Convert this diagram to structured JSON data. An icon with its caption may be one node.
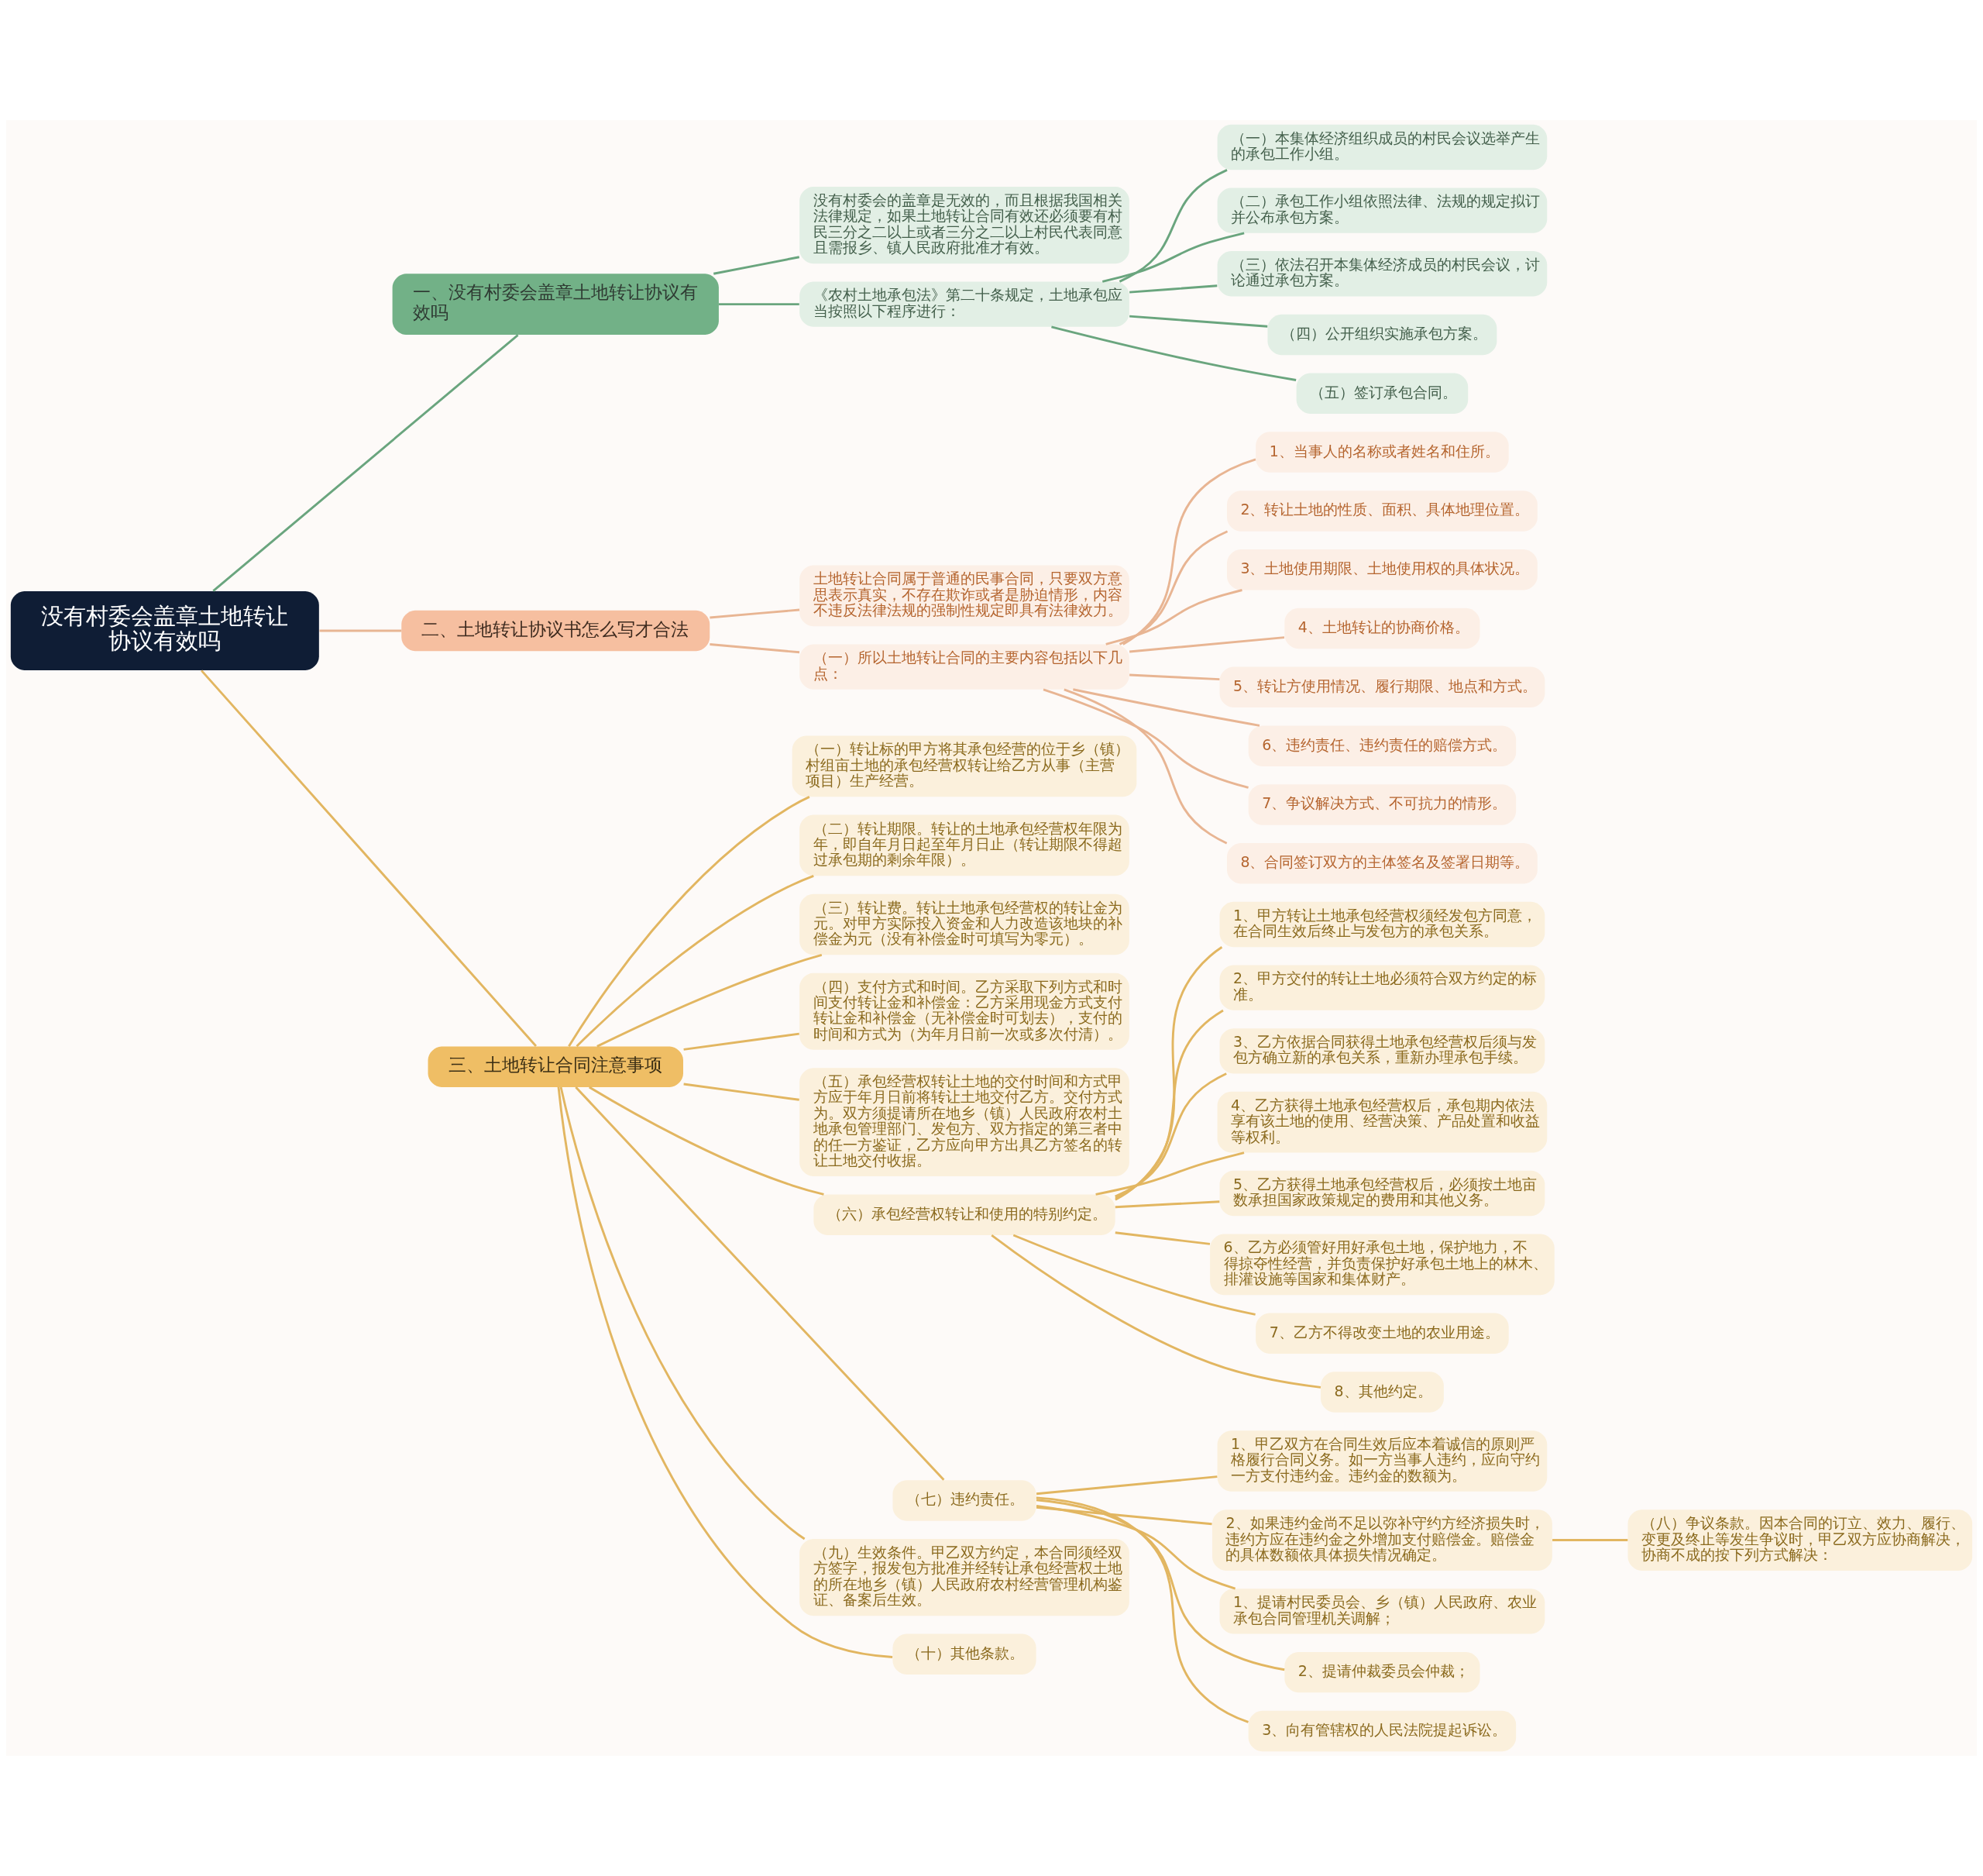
{
  "diagram": {
    "nodes": [
      {
        "text": [
          "没有村委会盖章土地转让协议有效吗"
        ]
      },
      {
        "text": [
          "一、没有村委会盖章土地转让协议有效吗"
        ]
      },
      {
        "text": [
          "没有村委会的盖章是无效的，而且根据我国相关法律规定，如果土地转让合同有效还必须要有村民三分之二以上或者三分之二以上村民代表同意且需报乡、镇人民政府批准才有效。"
        ]
      },
      {
        "text": [
          "《农村土地承包法》第二十条规定，土地承包应当按照以下程序进行："
        ]
      },
      {
        "text": [
          "（一）本集体经济组织成员的村民会议选举产生的承包工作小组。"
        ]
      },
      {
        "text": [
          "（二）承包工作小组依照法律、法规的规定拟订并公布承包方案。"
        ]
      },
      {
        "text": [
          "（三）依法召开本集体经济成员的村民会议，讨论通过承包方案。"
        ]
      },
      {
        "text": [
          "（四）公开组织实施承包方案。"
        ]
      },
      {
        "text": [
          "（五）签订承包合同。"
        ]
      },
      {
        "text": [
          "二、土地转让协议书怎么写才合法"
        ]
      },
      {
        "text": [
          "土地转让合同属于普通的民事合同，只要双方意思表示真实，不存在欺诈或者是胁迫情形，内容不违反法律法规的强制性规定即具有法律效力。"
        ]
      },
      {
        "text": [
          "（一）所以土地转让合同的主要内容包括以下几点："
        ]
      },
      {
        "text": [
          "1、当事人的名称或者姓名和住所。"
        ]
      },
      {
        "text": [
          "2、转让土地的性质、面积、具体地理位置。"
        ]
      },
      {
        "text": [
          "3、土地使用期限、土地使用权的具体状况。"
        ]
      },
      {
        "text": [
          "4、土地转让的协商价格。"
        ]
      },
      {
        "text": [
          "5、转让方使用情况、履行期限、地点和方式。"
        ]
      },
      {
        "text": [
          "6、违约责任、违约责任的赔偿方式。"
        ]
      },
      {
        "text": [
          "7、争议解决方式、不可抗力的情形。"
        ]
      },
      {
        "text": [
          "8、合同签订双方的主体签名及签署日期等。"
        ]
      },
      {
        "text": [
          "三、土地转让合同注意事项"
        ]
      },
      {
        "text": [
          "（一）转让标的甲方将其承包经营的位于乡（镇）村组亩土地的承包经营权转让给乙方从事（主营项目）生产经营。"
        ]
      },
      {
        "text": [
          "（二）转让期限。转让的土地承包经营权年限为年，即自年月日起至年月日止（转让期限不得超过承包期的剩余年限）。"
        ]
      },
      {
        "text": [
          "（三）转让费。转让土地承包经营权的转让金为元。对甲方实际投入资金和人力改造该地块的补偿金为元（没有补偿金时可填写为零元）。"
        ]
      },
      {
        "text": [
          "（四）支付方式和时间。乙方采取下列方式和时间支付转让金和补偿金：乙方采用现金方式支付转让金和补偿金（无补偿金时可划去），支付的时间和方式为（为年月日前一次或多次付清）。"
        ]
      },
      {
        "text": [
          "（五）承包经营权转让土地的交付时间和方式甲方应于年月日前将转让土地交付乙方。交付方式为。双方须提请所在地乡（镇）人民政府农村土地承包管理部门、发包方、双方指定的第三者中的任一方鉴证，乙方应向甲方出具乙方签名的转让土地交付收据。"
        ]
      },
      {
        "text": [
          "（六）承包经营权转让和使用的特别约定。"
        ]
      },
      {
        "text": [
          "1、甲方转让土地承包经营权须经发包方同意，在合同生效后终止与发包方的承包关系。"
        ]
      },
      {
        "text": [
          "2、甲方交付的转让土地必须符合双方约定的标准。"
        ]
      },
      {
        "text": [
          "3、乙方依据合同获得土地承包经营权后须与发包方确立新的承包关系，重新办理承包手续。"
        ]
      },
      {
        "text": [
          "4、乙方获得土地承包经营权后，承包期内依法享有该土地的使用、经营决策、产品处置和收益等权利。"
        ]
      },
      {
        "text": [
          "5、乙方获得土地承包经营权后，必须按土地亩数承担国家政策规定的费用和其他义务。"
        ]
      },
      {
        "text": [
          "6、乙方必须管好用好承包土地，保护地力，不得掠夺性经营，并负责保护好承包土地上的林木、排灌设施等国家和集体财产。"
        ]
      },
      {
        "text": [
          "7、乙方不得改变土地的农业用途。"
        ]
      },
      {
        "text": [
          "8、其他约定。"
        ]
      },
      {
        "text": [
          "（七）违约责任。"
        ]
      },
      {
        "text": [
          "1、甲乙双方在合同生效后应本着诚信的原则严格履行合同义务。如一方当事人违约，应向守约一方支付违约金。违约金的数额为。"
        ]
      },
      {
        "text": [
          "2、如果违约金尚不足以弥补守约方经济损失时，违约方应在违约金之外增加支付赔偿金。赔偿金的具体数额依具体损失情况确定。"
        ]
      },
      {
        "text": [
          "（八）争议条款。因本合同的订立、效力、履行、变更及终止等发生争议时，甲乙双方应协商解决，协商不成的按下列方式解决："
        ]
      },
      {
        "text": [
          "1、提请村民委员会、乡（镇）人民政府、农业承包合同管理机关调解；"
        ]
      },
      {
        "text": [
          "2、提请仲裁委员会仲裁；"
        ]
      },
      {
        "text": [
          "3、向有管辖权的人民法院提起诉讼。"
        ]
      },
      {
        "text": [
          "（九）生效条件。甲乙双方约定，本合同须经双方签字，报发包方批准并经转让承包经营权土地的所在地乡（镇）人民政府农村经营管理机构鉴证、备案后生效。"
        ]
      },
      {
        "text": [
          "（十）其他条款。"
        ]
      }
    ],
    "edges": [
      {
        "from": 0,
        "to": 1,
        "arrow": "none",
        "color": "#6aa57e"
      },
      {
        "from": 1,
        "to": 2,
        "arrow": "none",
        "color": "#6aa57e"
      },
      {
        "from": 1,
        "to": 3,
        "arrow": "none",
        "color": "#6aa57e"
      },
      {
        "from": 3,
        "to": 4,
        "arrow": "none",
        "color": "#6aa57e"
      },
      {
        "from": 3,
        "to": 5,
        "arrow": "none",
        "color": "#6aa57e"
      },
      {
        "from": 3,
        "to": 6,
        "arrow": "none",
        "color": "#6aa57e"
      },
      {
        "from": 3,
        "to": 7,
        "arrow": "none",
        "color": "#6aa57e"
      },
      {
        "from": 3,
        "to": 8,
        "arrow": "none",
        "color": "#6aa57e"
      },
      {
        "from": 0,
        "to": 9,
        "arrow": "none",
        "color": "#e8b593"
      },
      {
        "from": 9,
        "to": 10,
        "arrow": "none",
        "color": "#e8b593"
      },
      {
        "from": 9,
        "to": 11,
        "arrow": "none",
        "color": "#e8b593"
      },
      {
        "from": 11,
        "to": 12,
        "arrow": "none",
        "color": "#e8b593"
      },
      {
        "from": 11,
        "to": 13,
        "arrow": "none",
        "color": "#e8b593"
      },
      {
        "from": 11,
        "to": 14,
        "arrow": "none",
        "color": "#e8b593"
      },
      {
        "from": 11,
        "to": 15,
        "arrow": "none",
        "color": "#e8b593"
      },
      {
        "from": 11,
        "to": 16,
        "arrow": "none",
        "color": "#e8b593"
      },
      {
        "from": 11,
        "to": 17,
        "arrow": "none",
        "color": "#e8b593"
      },
      {
        "from": 11,
        "to": 18,
        "arrow": "none",
        "color": "#e8b593"
      },
      {
        "from": 11,
        "to": 19,
        "arrow": "none",
        "color": "#e8b593"
      },
      {
        "from": 0,
        "to": 20,
        "arrow": "none"
      },
      {
        "from": 20,
        "to": 21,
        "arrow": "none"
      },
      {
        "from": 20,
        "to": 22,
        "arrow": "none"
      },
      {
        "from": 20,
        "to": 23,
        "arrow": "none"
      },
      {
        "from": 20,
        "to": 24,
        "arrow": "none"
      },
      {
        "from": 20,
        "to": 25,
        "arrow": "none"
      },
      {
        "from": 20,
        "to": 26,
        "arrow": "none"
      },
      {
        "from": 26,
        "to": 27,
        "arrow": "none"
      },
      {
        "from": 26,
        "to": 28,
        "arrow": "none"
      },
      {
        "from": 26,
        "to": 29,
        "arrow": "none"
      },
      {
        "from": 26,
        "to": 30,
        "arrow": "none"
      },
      {
        "from": 26,
        "to": 31,
        "arrow": "none"
      },
      {
        "from": 26,
        "to": 32,
        "arrow": "none"
      },
      {
        "from": 26,
        "to": 33,
        "arrow": "none"
      },
      {
        "from": 26,
        "to": 34,
        "arrow": "none"
      },
      {
        "from": 20,
        "to": 35,
        "arrow": "none"
      },
      {
        "from": 35,
        "to": 36,
        "arrow": "none"
      },
      {
        "from": 35,
        "to": 37,
        "arrow": "none"
      },
      {
        "from": 37,
        "to": 38,
        "arrow": "none"
      },
      {
        "from": 35,
        "to": 39,
        "arrow": "none"
      },
      {
        "from": 35,
        "to": 40,
        "arrow": "none"
      },
      {
        "from": 35,
        "to": 41,
        "arrow": "none"
      },
      {
        "from": 20,
        "to": 42,
        "arrow": "none"
      },
      {
        "from": 20,
        "to": 43,
        "arrow": "none"
      }
    ]
  }
}
